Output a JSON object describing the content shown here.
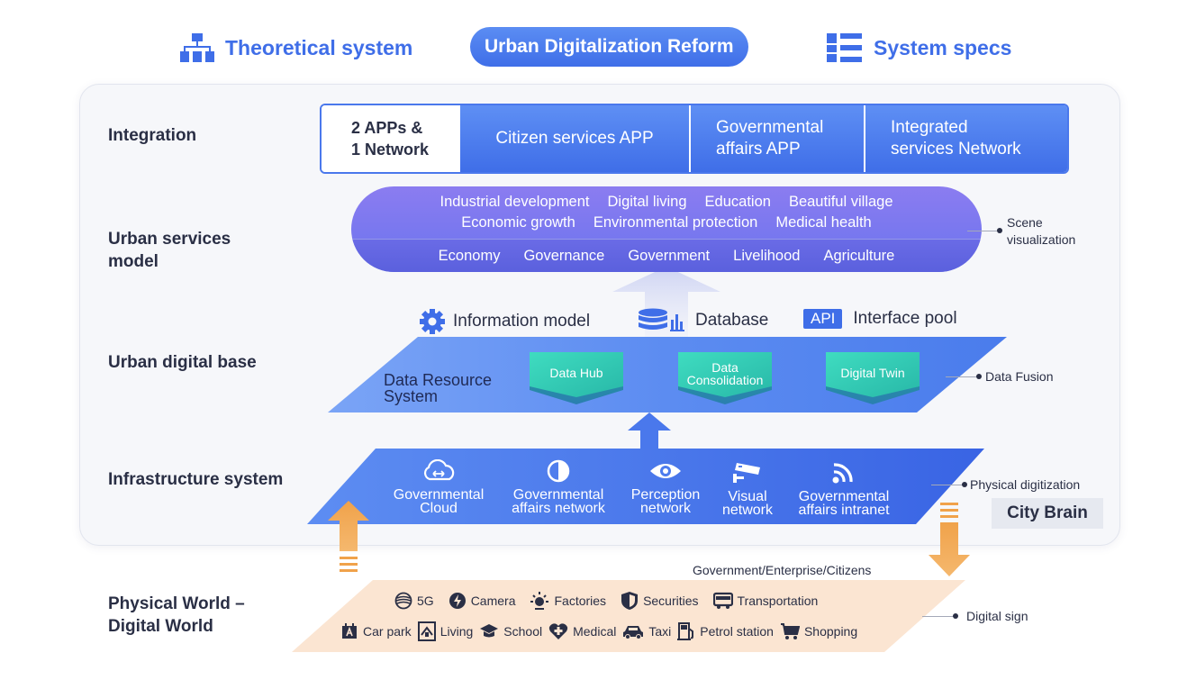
{
  "header": {
    "left_label": "Theoretical system",
    "left_icon": "hierarchy-icon",
    "center_label": "Urban Digitalization Reform",
    "right_label": "System specs",
    "right_icon": "list-icon",
    "accent": "#3f6ee8"
  },
  "layers": {
    "integration": "Integration",
    "services": "Urban services\nmodel",
    "base": "Urban digital base",
    "infra": "Infrastructure system",
    "physical": "Physical World –\nDigital World"
  },
  "integration_bar": {
    "first": "2 APPs &\n1 Network",
    "cells": [
      "Citizen services APP",
      "Governmental\naffairs APP",
      "Integrated\nservices Network"
    ]
  },
  "services_capsule": {
    "row1": [
      "Industrial development",
      "Digital living",
      "Education",
      "Beautiful village"
    ],
    "row2": [
      "Economic growth",
      "Environmental protection",
      "Medical health"
    ],
    "bottom": [
      "Economy",
      "Governance",
      "Government",
      "Livelihood",
      "Agriculture"
    ],
    "note": "Scene\nvisualization"
  },
  "digital_base": {
    "tools": [
      {
        "icon": "gear-icon",
        "label": "Information model"
      },
      {
        "icon": "database-icon",
        "label": "Database"
      },
      {
        "icon": "api-icon",
        "badge": "API",
        "label": "Interface pool"
      }
    ],
    "system_label": "Data Resource\nSystem",
    "cubes": [
      "Data Hub",
      "Data\nConsolidation",
      "Digital Twin"
    ],
    "note": "Data Fusion"
  },
  "infrastructure": {
    "items": [
      {
        "icon": "cloud-icon",
        "label": "Governmental\nCloud"
      },
      {
        "icon": "half-circle-icon",
        "label": "Governmental\naffairs network"
      },
      {
        "icon": "eye-icon",
        "label": "Perception\nnetwork"
      },
      {
        "icon": "cctv-icon",
        "label": "Visual\nnetwork"
      },
      {
        "icon": "wifi-icon",
        "label": "Governmental\naffairs intranet"
      }
    ],
    "note": "Physical digitization",
    "badge": "City Brain"
  },
  "physical": {
    "caption": "Government/Enterprise/Citizens",
    "row1": [
      {
        "icon": "5g-icon",
        "label": "5G"
      },
      {
        "icon": "camera-icon",
        "label": "Camera"
      },
      {
        "icon": "factory-icon",
        "label": "Factories"
      },
      {
        "icon": "shield-icon",
        "label": "Securities"
      },
      {
        "icon": "bus-icon",
        "label": "Transportation"
      }
    ],
    "row2": [
      {
        "icon": "parking-icon",
        "label": "Car park"
      },
      {
        "icon": "living-icon",
        "label": "Living"
      },
      {
        "icon": "school-icon",
        "label": "School"
      },
      {
        "icon": "medical-icon",
        "label": "Medical"
      },
      {
        "icon": "taxi-icon",
        "label": "Taxi"
      },
      {
        "icon": "fuel-icon",
        "label": "Petrol station"
      },
      {
        "icon": "cart-icon",
        "label": "Shopping"
      }
    ],
    "note": "Digital sign"
  }
}
